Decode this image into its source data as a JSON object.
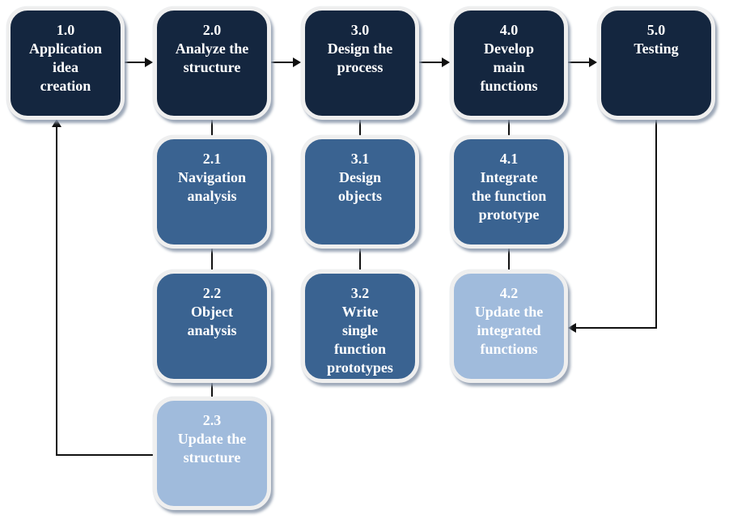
{
  "diagram": {
    "type": "process-flowchart",
    "background": "#FFFFFF",
    "colors": {
      "level1_dark": "#14263F",
      "level2_mid": "#3A6391",
      "level3_light": "#A0BBDC",
      "box_frame": "#EFEFEF",
      "box_shadow": "#8C99AC",
      "connector": "#111111",
      "text": "#FFFFFF"
    },
    "nodes": {
      "n10": {
        "id": "1.0",
        "label": "1.0\nApplication\nidea\ncreation",
        "tone": "dark"
      },
      "n20": {
        "id": "2.0",
        "label": "2.0\nAnalyze the\nstructure",
        "tone": "dark"
      },
      "n30": {
        "id": "3.0",
        "label": "3.0\nDesign the\nprocess",
        "tone": "dark"
      },
      "n40": {
        "id": "4.0",
        "label": "4.0\nDevelop\nmain\nfunctions",
        "tone": "dark"
      },
      "n50": {
        "id": "5.0",
        "label": "5.0\nTesting",
        "tone": "dark"
      },
      "n21": {
        "id": "2.1",
        "label": "2.1\nNavigation\nanalysis",
        "tone": "mid"
      },
      "n22": {
        "id": "2.2",
        "label": "2.2\nObject\nanalysis",
        "tone": "mid"
      },
      "n23": {
        "id": "2.3",
        "label": "2.3\nUpdate the\nstructure",
        "tone": "light"
      },
      "n31": {
        "id": "3.1",
        "label": "3.1\nDesign\nobjects",
        "tone": "mid"
      },
      "n32": {
        "id": "3.2",
        "label": "3.2\nWrite\nsingle\nfunction\nprototypes",
        "tone": "mid"
      },
      "n41": {
        "id": "4.1",
        "label": "4.1\nIntegrate\nthe function\nprototype",
        "tone": "mid"
      },
      "n42": {
        "id": "4.2",
        "label": "4.2\nUpdate the\nintegrated\nfunctions",
        "tone": "light"
      }
    },
    "edges": [
      {
        "from": "1.0",
        "to": "2.0",
        "style": "arrow-right"
      },
      {
        "from": "2.0",
        "to": "3.0",
        "style": "arrow-right"
      },
      {
        "from": "3.0",
        "to": "4.0",
        "style": "arrow-right"
      },
      {
        "from": "4.0",
        "to": "5.0",
        "style": "arrow-right"
      },
      {
        "from": "2.0",
        "to": "2.1",
        "style": "line"
      },
      {
        "from": "2.1",
        "to": "2.2",
        "style": "line"
      },
      {
        "from": "2.2",
        "to": "2.3",
        "style": "line"
      },
      {
        "from": "3.0",
        "to": "3.1",
        "style": "line"
      },
      {
        "from": "3.1",
        "to": "3.2",
        "style": "line"
      },
      {
        "from": "4.0",
        "to": "4.1",
        "style": "line"
      },
      {
        "from": "4.1",
        "to": "4.2",
        "style": "line"
      },
      {
        "from": "5.0",
        "to": "4.2",
        "style": "elbow-arrow-left"
      },
      {
        "from": "2.3",
        "to": "1.0",
        "style": "elbow-arrow-up"
      }
    ]
  }
}
